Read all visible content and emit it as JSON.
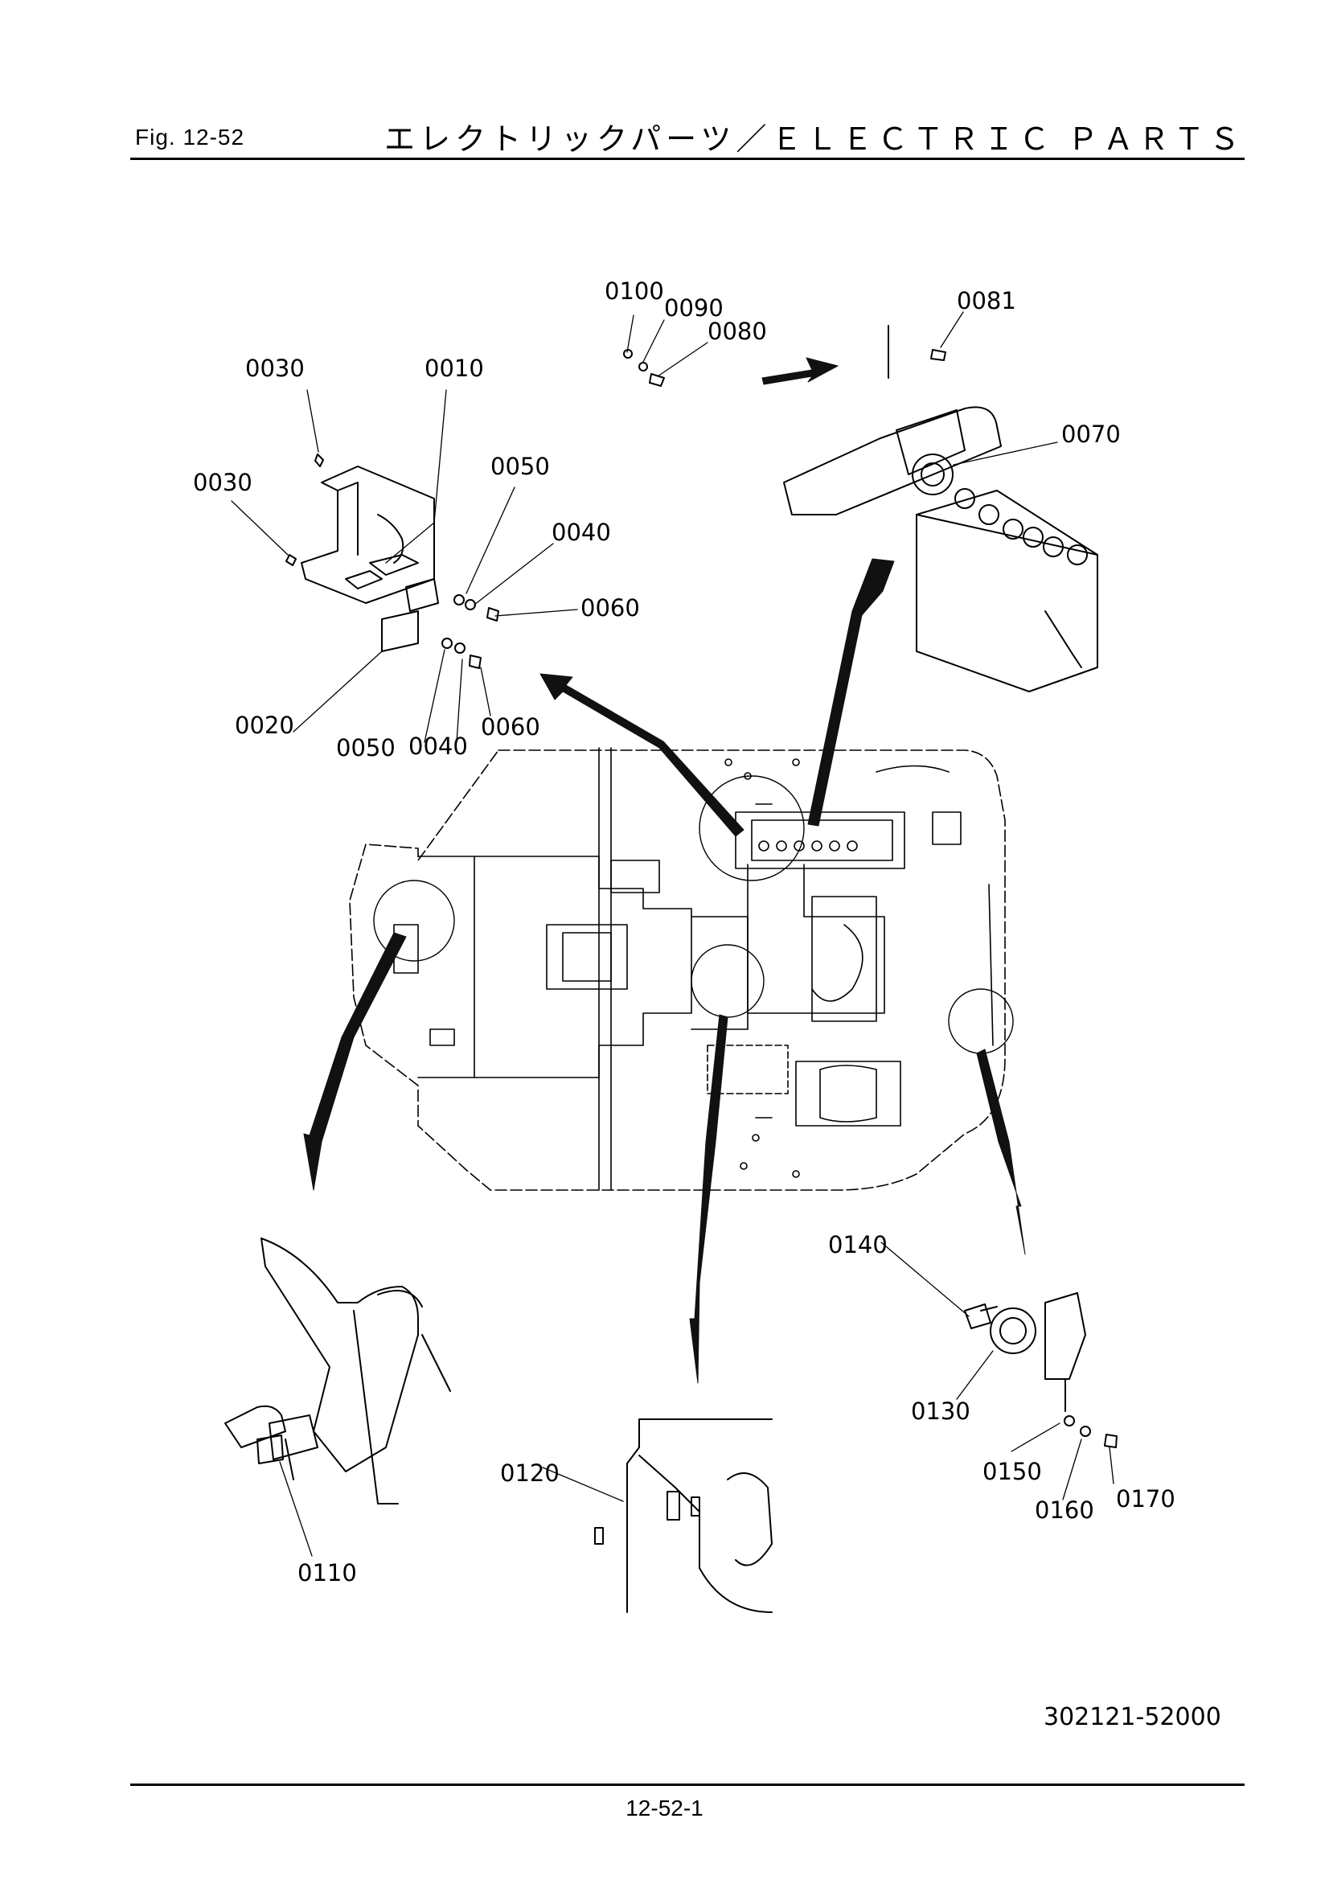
{
  "header": {
    "figure_number": "Fig.  12-52",
    "title": "エレクトリックパーツ／ＥＬＥＣＴＲＩＣ ＰＡＲＴＳ"
  },
  "part_labels": {
    "p0100": "0100",
    "p0090": "0090",
    "p0080": "0080",
    "p0081": "0081",
    "p0070": "0070",
    "p0030a": "0030",
    "p0010": "0010",
    "p0030b": "0030",
    "p0050a": "0050",
    "p0040a": "0040",
    "p0060a": "0060",
    "p0020": "0020",
    "p0050b": "0050",
    "p0040b": "0040",
    "p0060b": "0060",
    "p0140": "0140",
    "p0130": "0130",
    "p0150": "0150",
    "p0160": "0160",
    "p0170": "0170",
    "p0120": "0120",
    "p0110": "0110"
  },
  "drawing_number": "302121-52000",
  "footer": {
    "page_number": "12-52-1"
  }
}
